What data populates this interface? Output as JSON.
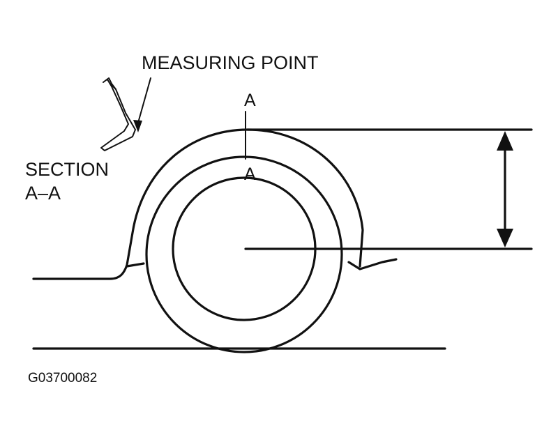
{
  "labels": {
    "measuring_point": "MEASURING POINT",
    "section_line1": "SECTION",
    "section_line2": "A–A",
    "section_marker_top": "A",
    "section_marker_bottom": "A",
    "figure_code": "G03700082"
  },
  "icons": {
    "arrow": "measuring-point-arrow-icon",
    "section_profile": "fender-section-profile-icon",
    "dimension_arrow": "double-headed-arrow-icon"
  }
}
